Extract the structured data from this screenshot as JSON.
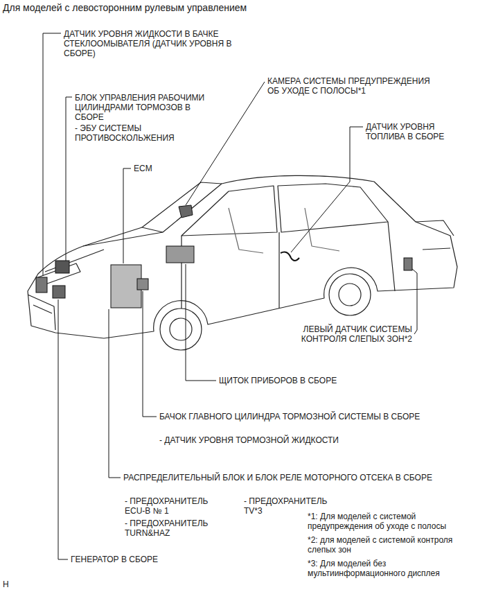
{
  "diagram": {
    "title": "Для моделей с левосторонним рулевым управлением",
    "labels": [
      "ДАТЧИК УРОВНЯ ЖИДКОСТИ В БАЧКЕ СТЕКЛООМЫВАТЕЛЯ (ДАТЧИК УРОВНЯ В СБОРЕ)",
      "БЛОК УПРАВЛЕНИЯ РАБОЧИМИ ЦИЛИНДРАМИ ТОРМОЗОВ В СБОРЕ",
      "- ЭБУ СИСТЕМЫ ПРОТИВОСКОЛЬЖЕНИЯ",
      "ECM",
      "КАМЕРА СИСТЕМЫ ПРЕДУПРЕЖДЕНИЯ ОБ УХОДЕ С ПОЛОСЫ*1",
      "ДАТЧИК УРОВНЯ ТОПЛИВА В СБОРЕ",
      "ЛЕВЫЙ ДАТЧИК СИСТЕМЫ КОНТРОЛЯ СЛЕПЫХ ЗОН*2",
      "ЩИТОК ПРИБОРОВ В СБОРЕ",
      "БАЧОК ГЛАВНОГО ЦИЛИНДРА ТОРМОЗНОЙ СИСТЕМЫ В СБОРЕ",
      "- ДАТЧИК УРОВНЯ ТОРМОЗНОЙ ЖИДКОСТИ",
      "РАСПРЕДЕЛИТЕЛЬНЫЙ БЛОК И БЛОК РЕЛЕ МОТОРНОГО ОТСЕКА В СБОРЕ",
      "- ПРЕДОХРАНИТЕЛЬ ECU-B № 1",
      "- ПРЕДОХРАНИТЕЛЬ TV*3",
      "- ПРЕДОХРАНИТЕЛЬ TURN&HAZ",
      "ГЕНЕРАТОР В СБОРЕ",
      "*1: Для моделей с системой предупреждения об уходе с полосы",
      "*2: для моделей с системой контроля слепых зон",
      "*3: Для моделей без мультиинформационного дисплея",
      "H"
    ]
  }
}
